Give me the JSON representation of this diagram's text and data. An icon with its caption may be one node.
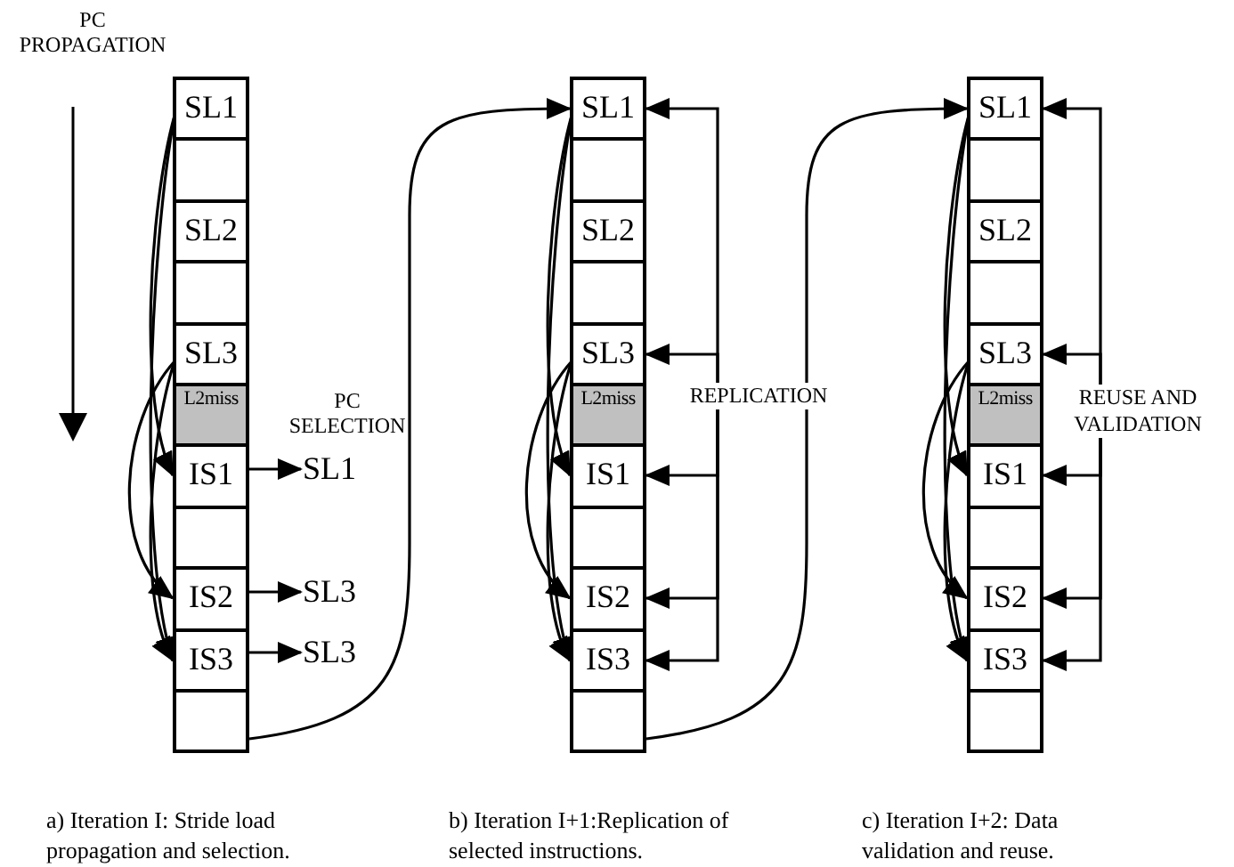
{
  "diagram": {
    "nodes": [
      {
        "text": [
          "SL1"
        ]
      },
      {
        "text": [],
        "shape": "box"
      },
      {
        "text": [
          "SL2"
        ]
      },
      {
        "text": [],
        "shape": "box"
      },
      {
        "text": [
          "SL3"
        ]
      },
      {
        "text": [
          "L2miss"
        ]
      },
      {
        "text": [
          "IS1"
        ]
      },
      {
        "text": [],
        "shape": "box"
      },
      {
        "text": [
          "IS2"
        ]
      },
      {
        "text": [
          "IS3"
        ]
      },
      {
        "text": [],
        "shape": "box"
      },
      {
        "text": [
          "SL1"
        ]
      },
      {
        "text": [
          "SL3"
        ]
      },
      {
        "text": [
          "SL3"
        ]
      },
      {
        "text": [
          "SL1"
        ]
      },
      {
        "text": [],
        "shape": "box"
      },
      {
        "text": [
          "SL2"
        ]
      },
      {
        "text": [],
        "shape": "box"
      },
      {
        "text": [
          "SL3"
        ]
      },
      {
        "text": [
          "L2miss"
        ]
      },
      {
        "text": [
          "IS1"
        ]
      },
      {
        "text": [],
        "shape": "box"
      },
      {
        "text": [
          "IS2"
        ]
      },
      {
        "text": [
          "IS3"
        ]
      },
      {
        "text": [],
        "shape": "box"
      },
      {
        "text": [
          "REPLICATION"
        ]
      },
      {
        "text": [
          "SL1"
        ]
      },
      {
        "text": [],
        "shape": "box"
      },
      {
        "text": [
          "SL2"
        ]
      },
      {
        "text": [],
        "shape": "box"
      },
      {
        "text": [
          "SL3"
        ]
      },
      {
        "text": [
          "L2miss"
        ]
      },
      {
        "text": [
          "IS1"
        ]
      },
      {
        "text": [],
        "shape": "box"
      },
      {
        "text": [
          "IS2"
        ]
      },
      {
        "text": [
          "IS3"
        ]
      },
      {
        "text": [],
        "shape": "box"
      },
      {
        "text": [
          "REUSE AND VALIDATION"
        ]
      }
    ],
    "edges": [
      {
        "from": 0,
        "to": 6,
        "arrow": "to"
      },
      {
        "from": 0,
        "to": 9,
        "arrow": "to"
      },
      {
        "from": 4,
        "to": 8,
        "arrow": "to"
      },
      {
        "from": 4,
        "to": 9,
        "arrow": "to"
      },
      {
        "from": 6,
        "to": 11,
        "arrow": "to"
      },
      {
        "from": 8,
        "to": 12,
        "arrow": "to"
      },
      {
        "from": 9,
        "to": 13,
        "arrow": "to"
      },
      {
        "from": 10,
        "to": 14,
        "arrow": "to"
      },
      {
        "from": 14,
        "to": 20,
        "arrow": "to"
      },
      {
        "from": 14,
        "to": 23,
        "arrow": "to"
      },
      {
        "from": 18,
        "to": 22,
        "arrow": "to"
      },
      {
        "from": 18,
        "to": 23,
        "arrow": "to"
      },
      {
        "from": 25,
        "to": 14,
        "arrow": "to"
      },
      {
        "from": 25,
        "to": 18,
        "arrow": "to"
      },
      {
        "from": 25,
        "to": 20,
        "arrow": "to"
      },
      {
        "from": 25,
        "to": 22,
        "arrow": "to"
      },
      {
        "from": 25,
        "to": 23,
        "arrow": "to"
      },
      {
        "from": 24,
        "to": 26,
        "arrow": "to"
      },
      {
        "from": 26,
        "to": 32,
        "arrow": "to"
      },
      {
        "from": 26,
        "to": 35,
        "arrow": "to"
      },
      {
        "from": 30,
        "to": 34,
        "arrow": "to"
      },
      {
        "from": 30,
        "to": 35,
        "arrow": "to"
      },
      {
        "from": 37,
        "to": 26,
        "arrow": "to"
      },
      {
        "from": 37,
        "to": 30,
        "arrow": "to"
      },
      {
        "from": 37,
        "to": 32,
        "arrow": "to"
      },
      {
        "from": 37,
        "to": 34,
        "arrow": "to"
      },
      {
        "from": 37,
        "to": 35,
        "arrow": "to"
      }
    ],
    "labels": [
      "PC PROPAGATION",
      "PC SELECTION",
      "a) Iteration I: Stride load propagation and selection.",
      "b) Iteration I+1:Replication of selected instructions.",
      "c) Iteration I+2: Data validation and reuse."
    ]
  }
}
